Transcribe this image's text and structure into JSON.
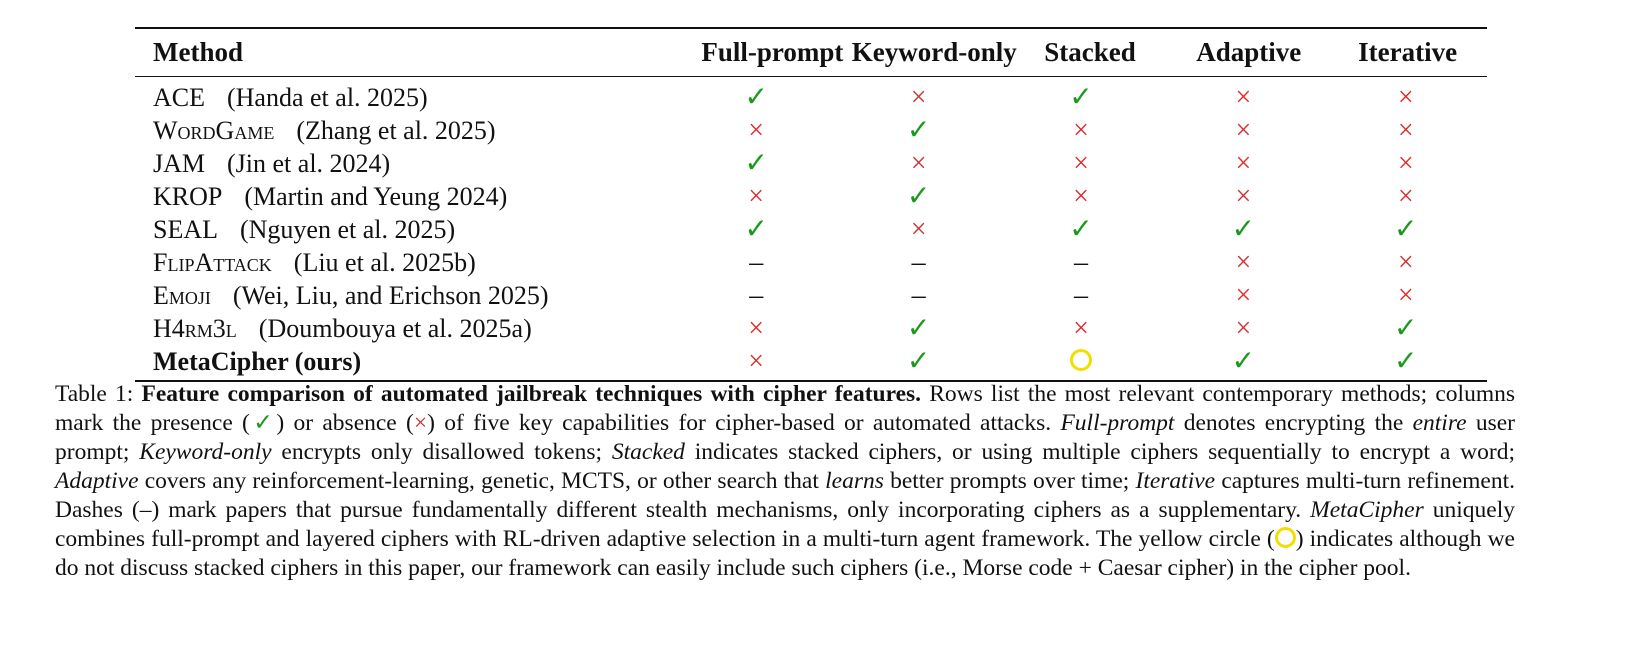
{
  "table": {
    "headers": [
      "Method",
      "Full-prompt",
      "Keyword-only",
      "Stacked",
      "Adaptive",
      "Iterative"
    ],
    "rows": [
      {
        "name": "ACE",
        "smallcaps": false,
        "bold": false,
        "citation": "(Handa et al. 2025)",
        "marks": [
          "check",
          "cross",
          "check",
          "cross",
          "cross"
        ]
      },
      {
        "name": "WordGame",
        "smallcaps": true,
        "bold": false,
        "citation": "(Zhang et al. 2025)",
        "marks": [
          "cross",
          "check",
          "cross",
          "cross",
          "cross"
        ]
      },
      {
        "name": "JAM",
        "smallcaps": false,
        "bold": false,
        "citation": "(Jin et al. 2024)",
        "marks": [
          "check",
          "cross",
          "cross",
          "cross",
          "cross"
        ]
      },
      {
        "name": "KROP",
        "smallcaps": false,
        "bold": false,
        "citation": "(Martin and Yeung 2024)",
        "marks": [
          "cross",
          "check",
          "cross",
          "cross",
          "cross"
        ]
      },
      {
        "name": "SEAL",
        "smallcaps": false,
        "bold": false,
        "citation": "(Nguyen et al. 2025)",
        "marks": [
          "check",
          "cross",
          "check",
          "check",
          "check"
        ]
      },
      {
        "name": "FlipAttack",
        "smallcaps": true,
        "bold": false,
        "citation": "(Liu et al. 2025b)",
        "marks": [
          "dash",
          "dash",
          "dash",
          "cross",
          "cross"
        ]
      },
      {
        "name": "Emoji",
        "smallcaps": true,
        "bold": false,
        "citation": "(Wei, Liu, and Erichson 2025)",
        "marks": [
          "dash",
          "dash",
          "dash",
          "cross",
          "cross"
        ]
      },
      {
        "name": "H4rm3l",
        "smallcaps": true,
        "bold": false,
        "citation": "(Doumbouya et al. 2025a)",
        "marks": [
          "cross",
          "check",
          "cross",
          "cross",
          "check"
        ]
      },
      {
        "name": "MetaCipher (ours)",
        "smallcaps": false,
        "bold": true,
        "citation": "",
        "marks": [
          "cross",
          "check",
          "circle",
          "check",
          "check"
        ]
      }
    ]
  },
  "symbols": {
    "check": "✓",
    "cross": "×",
    "dash": "–"
  },
  "colors": {
    "check": "#1a9a1a",
    "cross": "#dd2b2b",
    "circle": "#f2de00"
  },
  "caption": {
    "label": "Table 1:",
    "title": "Feature comparison of automated jailbreak techniques with cipher features.",
    "t1": " Rows list the most relevant contemporary methods; columns mark the presence (",
    "t2": ") or absence (",
    "t3": ") of five key capabilities for cipher-based or automated attacks. ",
    "e1": "Full-prompt",
    "t4": " denotes encrypting the ",
    "e2": "entire",
    "t5": " user prompt; ",
    "e3": "Keyword-only",
    "t6": " encrypts only disallowed tokens; ",
    "e4": "Stacked",
    "t7": " indicates stacked ciphers, or using multiple ciphers sequentially to encrypt a word; ",
    "e5": "Adaptive",
    "t8": " covers any reinforcement-learning, genetic, MCTS, or other search that ",
    "e6": "learns",
    "t9": " better prompts over time; ",
    "e7": "Iterative",
    "t10": " captures multi-turn refinement. Dashes (–) mark papers that pursue fundamentally different stealth mechanisms, only incorporating ciphers as a supplementary. ",
    "e8": "MetaCipher",
    "t11": " uniquely combines full-prompt and layered ciphers with RL-driven adaptive selection in a multi-turn agent framework. The yellow circle (",
    "t12": ") indicates although we do not discuss stacked ciphers in this paper, our framework can easily include such ciphers (i.e., Morse code + Caesar cipher) in the cipher pool."
  }
}
